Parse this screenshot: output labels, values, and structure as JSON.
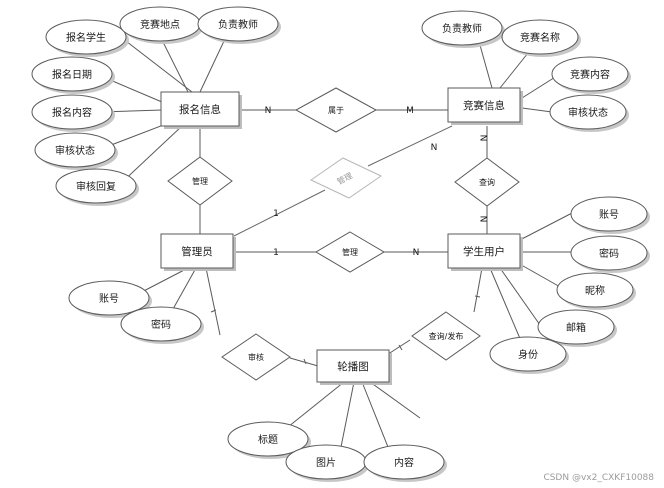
{
  "entities": {
    "registration": "报名信息",
    "competition": "竞赛信息",
    "admin": "管理员",
    "student": "学生用户",
    "carousel": "轮播图"
  },
  "relationships": {
    "belongs": "属于",
    "manage_reg": "管理",
    "manage_comp": "管理",
    "manage_student": "管理",
    "query": "查询",
    "review": "审核",
    "query_publish": "查询/发布"
  },
  "attributes": {
    "reg_student": "报名学生",
    "reg_location": "竞赛地点",
    "reg_teacher": "负责教师",
    "reg_date": "报名日期",
    "reg_content": "报名内容",
    "reg_status": "审核状态",
    "reg_reply": "审核回复",
    "comp_teacher": "负责教师",
    "comp_name": "竞赛名称",
    "comp_content": "竞赛内容",
    "comp_status": "审核状态",
    "stu_account": "账号",
    "stu_password": "密码",
    "stu_nickname": "昵称",
    "stu_email": "邮箱",
    "stu_id": "身份",
    "admin_account": "账号",
    "admin_password": "密码",
    "car_title": "标题",
    "car_image": "图片",
    "car_content": "内容"
  },
  "cardinalities": {
    "reg_belongs": "N",
    "comp_belongs": "M",
    "comp_faint": "N",
    "admin_faint": "1",
    "admin_manage": "1",
    "student_manage": "N",
    "comp_query": "N",
    "student_query": "N"
  },
  "watermark": "CSDN @vx2_CXKF10088"
}
